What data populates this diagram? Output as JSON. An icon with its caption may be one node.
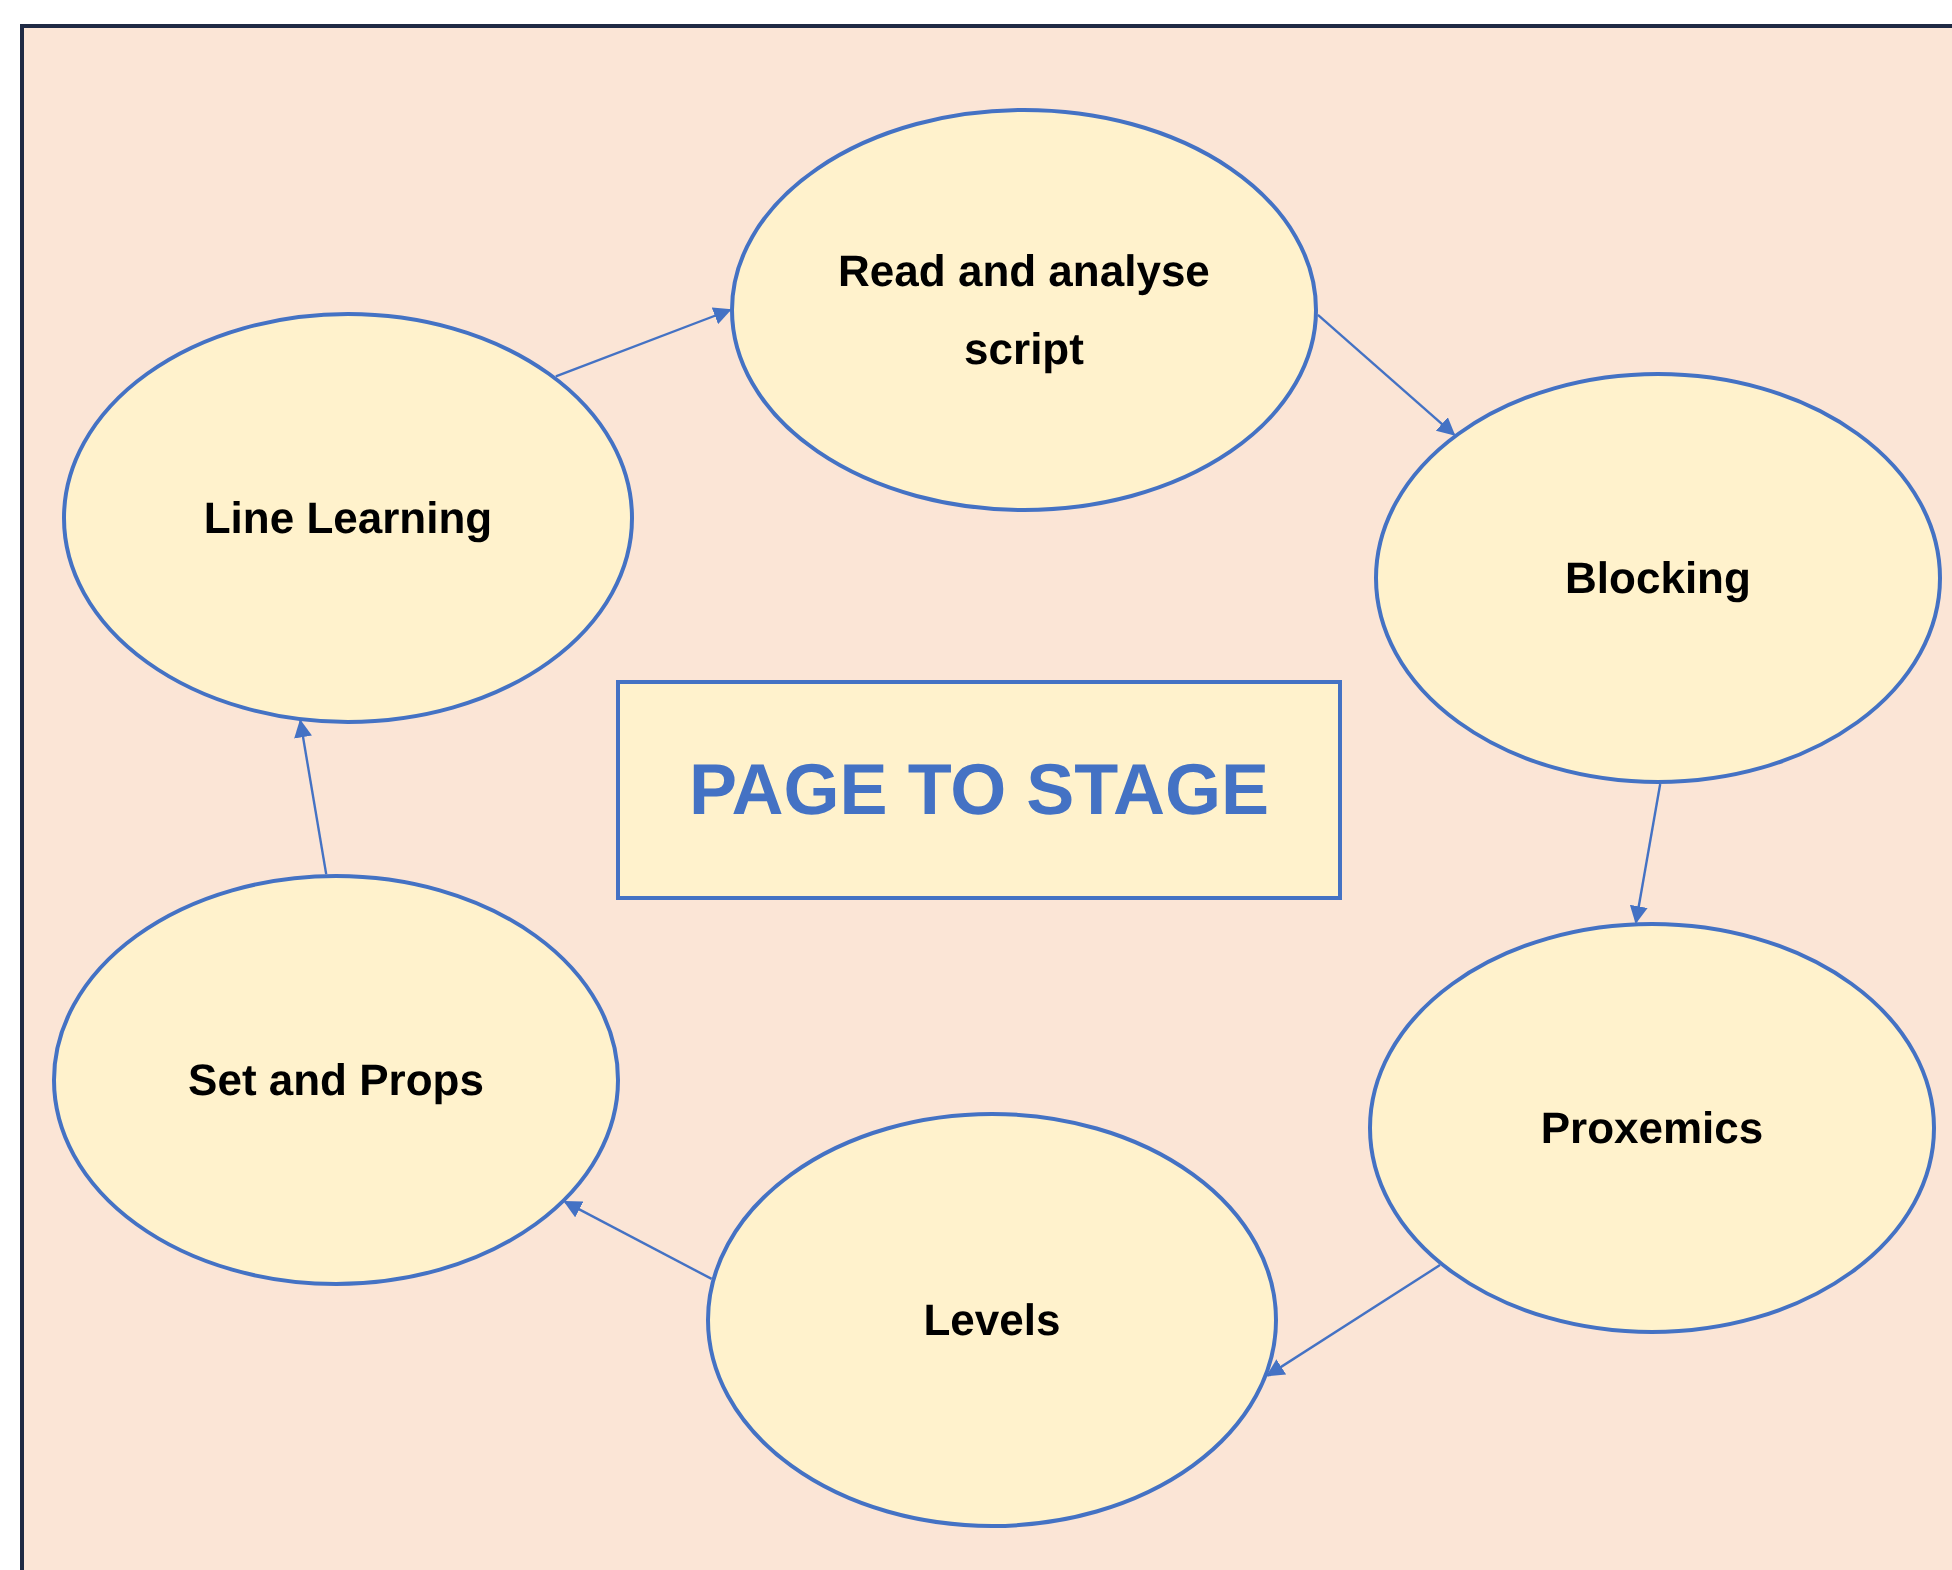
{
  "diagram": {
    "title": "PAGE TO STAGE",
    "nodes": [
      {
        "text": [
          "Read and analyse script"
        ]
      },
      {
        "text": [
          "Blocking"
        ]
      },
      {
        "text": [
          "Proxemics"
        ]
      },
      {
        "text": [
          "Levels"
        ]
      },
      {
        "text": [
          "Set and Props"
        ]
      },
      {
        "text": [
          "Line Learning"
        ]
      }
    ],
    "edges": [
      {
        "from": 5,
        "to": 0,
        "arrow": "to"
      },
      {
        "from": 0,
        "to": 1,
        "arrow": "to"
      },
      {
        "from": 1,
        "to": 2,
        "arrow": "to"
      },
      {
        "from": 2,
        "to": 3,
        "arrow": "to"
      },
      {
        "from": 3,
        "to": 4,
        "arrow": "to"
      },
      {
        "from": 4,
        "to": 5,
        "arrow": "to"
      }
    ]
  }
}
